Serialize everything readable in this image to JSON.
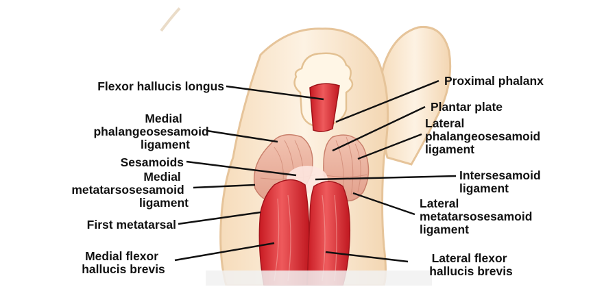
{
  "labels": {
    "flexor_hallucis_longus": "Flexor hallucis longus",
    "proximal_phalanx": "Proximal phalanx",
    "plantar_plate": "Plantar plate",
    "medial_phalangeosesamoid_ligament": [
      "Medial",
      "phalangeosesamoid",
      "ligament"
    ],
    "lateral_phalangeosesamoid_ligament": [
      "Lateral",
      "phalangeosesamoid",
      "ligament"
    ],
    "sesamoids": "Sesamoids",
    "intersesamoid_ligament": [
      "Intersesamoid",
      "ligament"
    ],
    "medial_metatarsosesamoid_ligament": [
      "Medial",
      "metatarsosesamoid",
      "ligament"
    ],
    "lateral_metatarsosesamoid_ligament": [
      "Lateral",
      "metatarsosesamoid",
      "ligament"
    ],
    "first_metatarsal": "First metatarsal",
    "medial_flexor_hallucis_brevis": [
      "Medial flexor",
      "hallucis brevis"
    ],
    "lateral_flexor_hallucis_brevis": [
      "Lateral flexor",
      "hallucis brevis"
    ]
  },
  "colors": {
    "bone_fill": "#fbebd4",
    "bone_outline": "#e6c49a",
    "ligament": "#ecb6a2",
    "ligament_line": "#c9806c",
    "muscle": "#d7262c",
    "muscle_light": "#ef8a86",
    "label_text": "#111111",
    "leader_line": "#111111"
  }
}
